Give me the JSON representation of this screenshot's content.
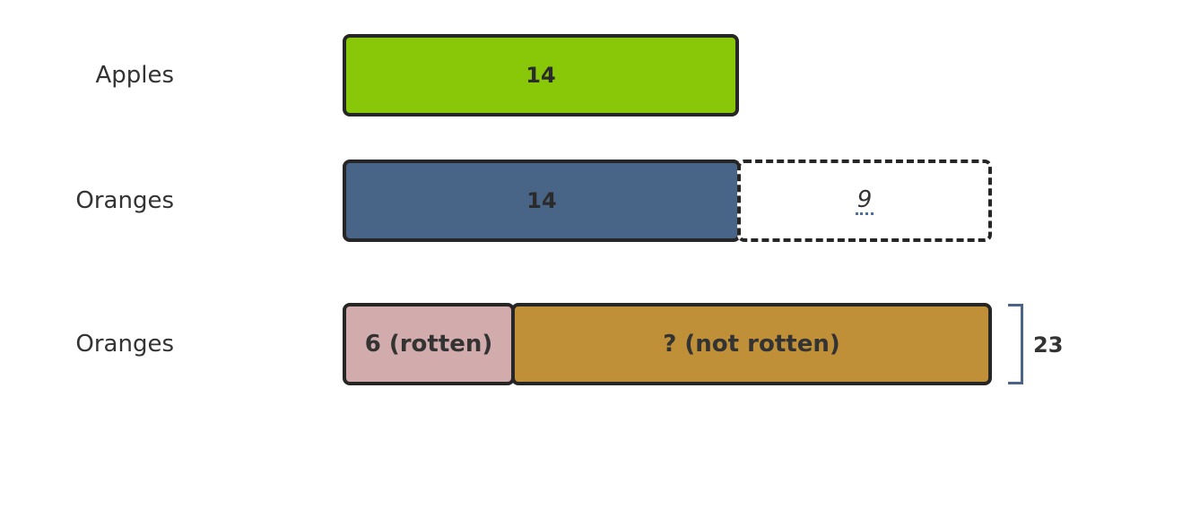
{
  "rows": [
    {
      "label": "Apples",
      "value": "14",
      "color": "#88c808"
    },
    {
      "label": "Oranges",
      "value": "14",
      "color": "#486486",
      "answer": "9"
    },
    {
      "label": "Oranges",
      "segments": [
        {
          "label": "6 (rotten)",
          "color": "#d2acac"
        },
        {
          "label": "? (not rotten)",
          "color": "#c09038"
        }
      ],
      "total": "23",
      "bracket_color": "#4a6389"
    }
  ]
}
